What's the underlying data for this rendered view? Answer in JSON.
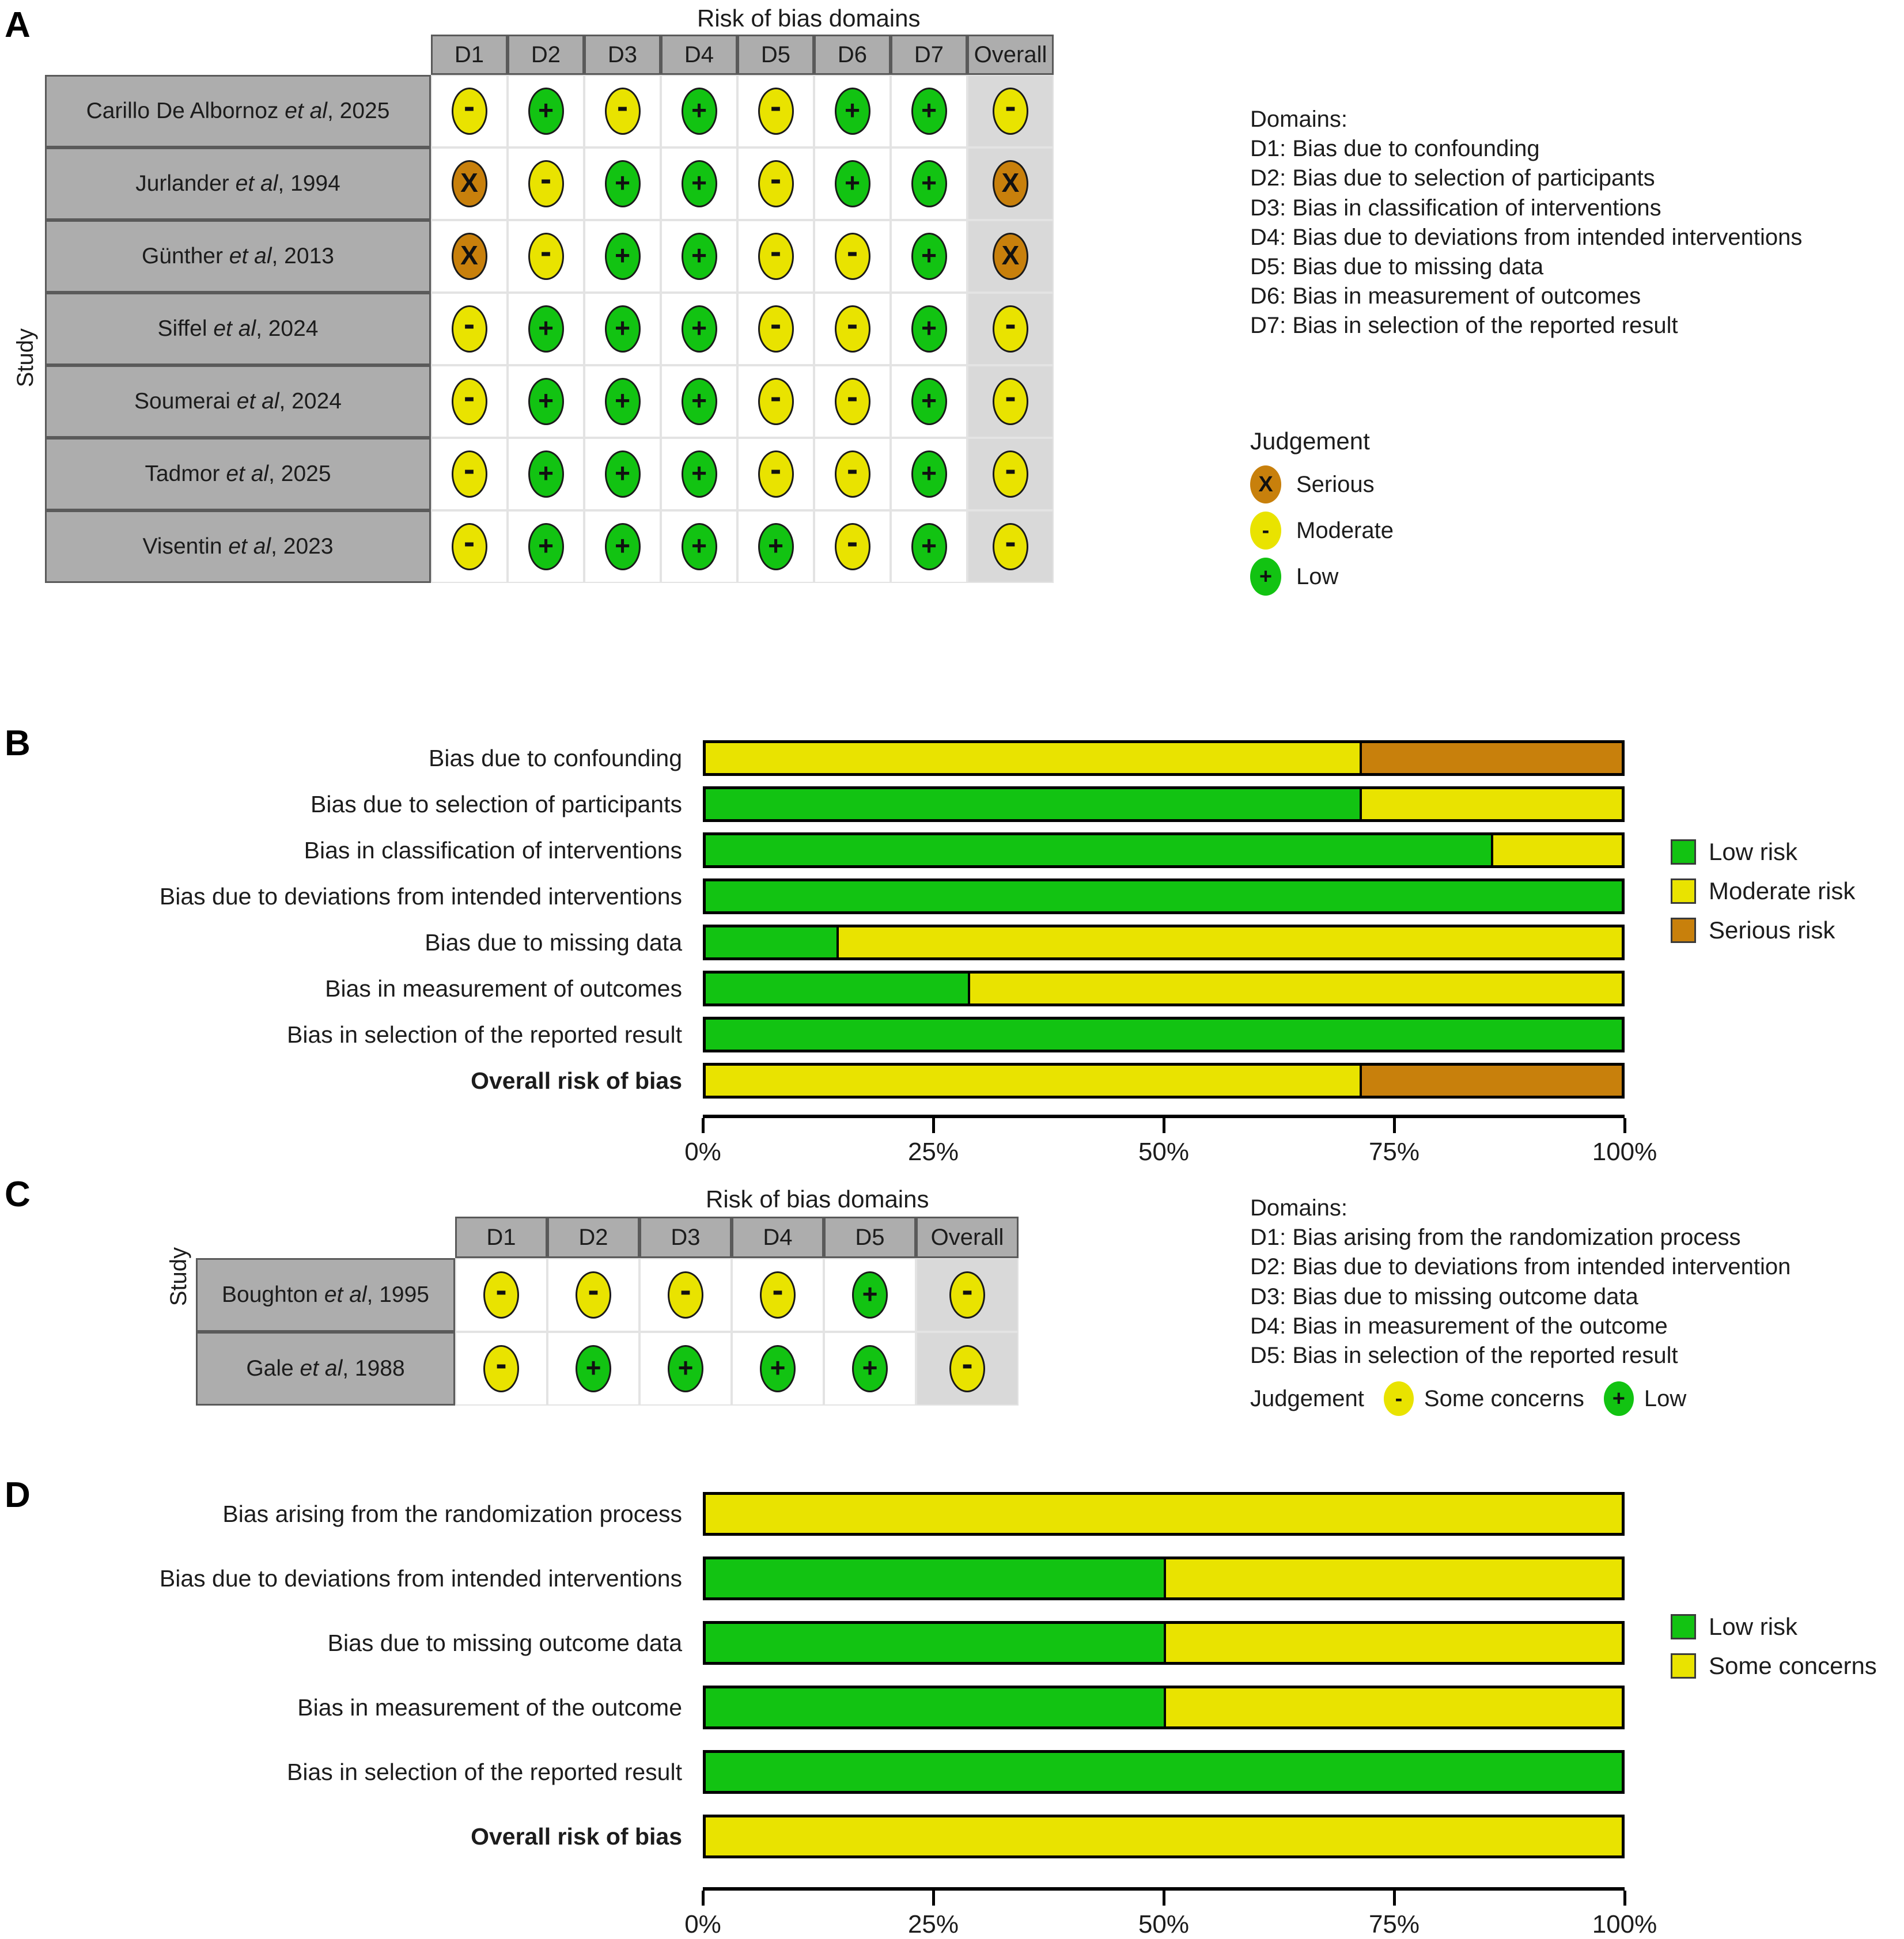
{
  "panels": {
    "a": {
      "letter": "A"
    },
    "b": {
      "letter": "B"
    },
    "c": {
      "letter": "C"
    },
    "d": {
      "letter": "D"
    }
  },
  "panel_a": {
    "title": "Risk of bias domains",
    "y_axis_label": "Study",
    "columns": [
      "D1",
      "D2",
      "D3",
      "D4",
      "D5",
      "D6",
      "D7",
      "Overall"
    ],
    "rows": [
      {
        "study_name": "Carillo De Albornoz",
        "study_et_al": "et al",
        "study_year": ", 2025",
        "judgements": [
          "Moderate",
          "Low",
          "Moderate",
          "Low",
          "Moderate",
          "Low",
          "Low",
          "Moderate"
        ]
      },
      {
        "study_name": "Jurlander",
        "study_et_al": "et al",
        "study_year": ", 1994",
        "judgements": [
          "Serious",
          "Moderate",
          "Low",
          "Low",
          "Moderate",
          "Low",
          "Low",
          "Serious"
        ]
      },
      {
        "study_name": "Günther",
        "study_et_al": "et al",
        "study_year": ", 2013",
        "judgements": [
          "Serious",
          "Moderate",
          "Low",
          "Low",
          "Moderate",
          "Moderate",
          "Low",
          "Serious"
        ]
      },
      {
        "study_name": "Siffel",
        "study_et_al": "et al",
        "study_year": ", 2024",
        "judgements": [
          "Moderate",
          "Low",
          "Low",
          "Low",
          "Moderate",
          "Moderate",
          "Low",
          "Moderate"
        ]
      },
      {
        "study_name": "Soumerai",
        "study_et_al": "et al",
        "study_year": ", 2024",
        "judgements": [
          "Moderate",
          "Low",
          "Low",
          "Low",
          "Moderate",
          "Moderate",
          "Low",
          "Moderate"
        ]
      },
      {
        "study_name": "Tadmor",
        "study_et_al": "et al",
        "study_year": ", 2025",
        "judgements": [
          "Moderate",
          "Low",
          "Low",
          "Low",
          "Moderate",
          "Moderate",
          "Low",
          "Moderate"
        ]
      },
      {
        "study_name": "Visentin",
        "study_et_al": "et al",
        "study_year": ", 2023",
        "judgements": [
          "Moderate",
          "Low",
          "Low",
          "Low",
          "Low",
          "Moderate",
          "Low",
          "Moderate"
        ]
      }
    ],
    "domains_heading": "Domains:",
    "domains": [
      "D1: Bias due to confounding",
      "D2: Bias due to selection of participants",
      "D3: Bias in classification of interventions",
      "D4: Bias due to deviations from intended interventions",
      "D5: Bias due to missing data",
      "D6: Bias in measurement of outcomes",
      "D7: Bias in selection of the reported result"
    ],
    "judgement_heading": "Judgement",
    "judgement_legend": [
      {
        "glyph": "X",
        "label": "Serious",
        "color": "#c8800c",
        "key": "ser"
      },
      {
        "glyph": "-",
        "label": "Moderate",
        "color": "#e9e300",
        "key": "mod"
      },
      {
        "glyph": "+",
        "label": "Low",
        "color": "#12c312",
        "key": "low"
      }
    ]
  },
  "panel_c": {
    "title": "Risk of bias domains",
    "y_axis_label": "Study",
    "columns": [
      "D1",
      "D2",
      "D3",
      "D4",
      "D5",
      "Overall"
    ],
    "rows": [
      {
        "study_name": "Boughton",
        "study_et_al": "et al",
        "study_year": ", 1995",
        "judgements": [
          "Some concerns",
          "Some concerns",
          "Some concerns",
          "Some concerns",
          "Low",
          "Some concerns"
        ]
      },
      {
        "study_name": "Gale",
        "study_et_al": "et al",
        "study_year": ", 1988",
        "judgements": [
          "Some concerns",
          "Low",
          "Low",
          "Low",
          "Low",
          "Some concerns"
        ]
      }
    ],
    "domains_heading": "Domains:",
    "domains": [
      "D1: Bias arising from the randomization process",
      "D2: Bias due to deviations from intended intervention",
      "D3: Bias due to missing outcome data",
      "D4: Bias in measurement of the outcome",
      "D5: Bias in selection of the reported result"
    ],
    "judgement_heading": "Judgement",
    "judgement_legend": [
      {
        "glyph": "-",
        "label": "Some concerns",
        "color": "#e9e300",
        "key": "mod"
      },
      {
        "glyph": "+",
        "label": "Low",
        "color": "#12c312",
        "key": "low"
      }
    ]
  },
  "chart_data": [
    {
      "panel": "B",
      "type": "bar",
      "orientation": "horizontal",
      "stacked": true,
      "normalized_percent": true,
      "title": "",
      "xlabel": "",
      "ylabel": "",
      "xlim": [
        0,
        100
      ],
      "tick_labels": [
        "0%",
        "25%",
        "50%",
        "75%",
        "100%"
      ],
      "ticks": [
        0,
        25,
        50,
        75,
        100
      ],
      "grid": false,
      "legend_position": "right",
      "categories": [
        "Bias due to confounding",
        "Bias due to selection of participants",
        "Bias in classification of interventions",
        "Bias due to deviations from intended interventions",
        "Bias due to missing data",
        "Bias in measurement of outcomes",
        "Bias in selection of the reported result",
        "Overall risk of bias"
      ],
      "bold_categories": [
        "Overall risk of bias"
      ],
      "series": [
        {
          "name": "Low risk",
          "color": "#12c312",
          "values": [
            0,
            71.4,
            85.7,
            100,
            14.3,
            28.6,
            100,
            0
          ]
        },
        {
          "name": "Moderate risk",
          "color": "#e9e300",
          "values": [
            71.4,
            28.6,
            14.3,
            0,
            85.7,
            71.4,
            0,
            71.4
          ]
        },
        {
          "name": "Serious risk",
          "color": "#c8800c",
          "values": [
            28.6,
            0,
            0,
            0,
            0,
            0,
            0,
            28.6
          ]
        }
      ],
      "legend": [
        "Low risk",
        "Moderate risk",
        "Serious risk"
      ]
    },
    {
      "panel": "D",
      "type": "bar",
      "orientation": "horizontal",
      "stacked": true,
      "normalized_percent": true,
      "title": "",
      "xlabel": "",
      "ylabel": "",
      "xlim": [
        0,
        100
      ],
      "tick_labels": [
        "0%",
        "25%",
        "50%",
        "75%",
        "100%"
      ],
      "ticks": [
        0,
        25,
        50,
        75,
        100
      ],
      "grid": false,
      "legend_position": "right",
      "categories": [
        "Bias arising from the randomization process",
        "Bias due to deviations from intended interventions",
        "Bias due to missing outcome data",
        "Bias in measurement of the outcome",
        "Bias in selection of the reported result",
        "Overall risk of bias"
      ],
      "bold_categories": [
        "Overall risk of bias"
      ],
      "series": [
        {
          "name": "Low risk",
          "color": "#12c312",
          "values": [
            0,
            50,
            50,
            50,
            100,
            0
          ]
        },
        {
          "name": "Some concerns",
          "color": "#e9e300",
          "values": [
            100,
            50,
            50,
            50,
            0,
            100
          ]
        }
      ],
      "legend": [
        "Low risk",
        "Some concerns"
      ]
    }
  ]
}
